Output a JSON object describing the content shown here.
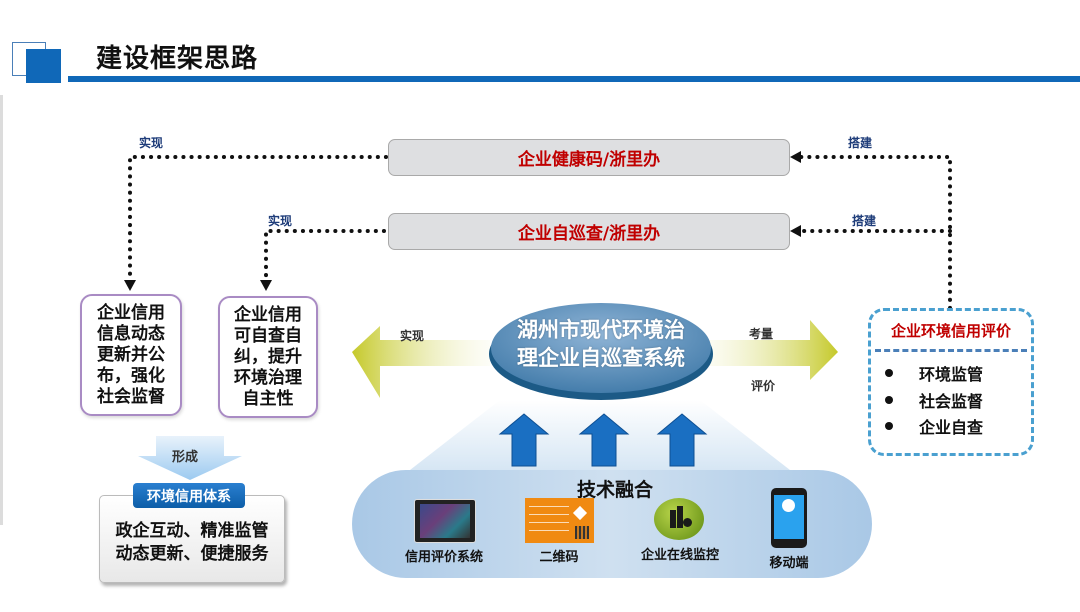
{
  "header": {
    "title": "建设框架思路"
  },
  "top_flows": [
    {
      "box_label": "企业健康码/浙里办",
      "left_label": "实现",
      "right_label": "搭建"
    },
    {
      "box_label": "企业自巡查/浙里办",
      "left_label": "实现",
      "right_label": "搭建"
    }
  ],
  "outcome_boxes": [
    {
      "lines": [
        "企业信用",
        "信息动态",
        "更新并公",
        "布，强化",
        "社会监督"
      ]
    },
    {
      "lines": [
        "企业信用",
        "可自查自",
        "纠，提升",
        "环境治理",
        "自主性"
      ]
    }
  ],
  "center": {
    "system_name_line1": "湖州市现代环境治",
    "system_name_line2": "理企业自巡查系统",
    "left_arrow_label": "实现",
    "right_arrow_label_top": "考量",
    "right_arrow_label_bottom": "评价"
  },
  "evaluation": {
    "title": "企业环境信用评价",
    "items": [
      "环境监管",
      "社会监督",
      "企业自查"
    ]
  },
  "credit_system": {
    "arrow_label": "形成",
    "tab_label": "环境信用体系",
    "line1": "政企互动、精准监管",
    "line2": "动态更新、便捷服务"
  },
  "tech_fusion": {
    "title": "技术融合",
    "items": [
      {
        "icon": "tablet-icon",
        "label": "信用评价系统"
      },
      {
        "icon": "qr-code-card-icon",
        "label": "二维码"
      },
      {
        "icon": "factory-monitor-icon",
        "label": "企业在线监控"
      },
      {
        "icon": "mobile-phone-icon",
        "label": "移动端"
      }
    ]
  },
  "colors": {
    "accent_blue": "#1068b8",
    "highlight_red": "#c00000",
    "arrow_yellow": "#c5c92a"
  }
}
